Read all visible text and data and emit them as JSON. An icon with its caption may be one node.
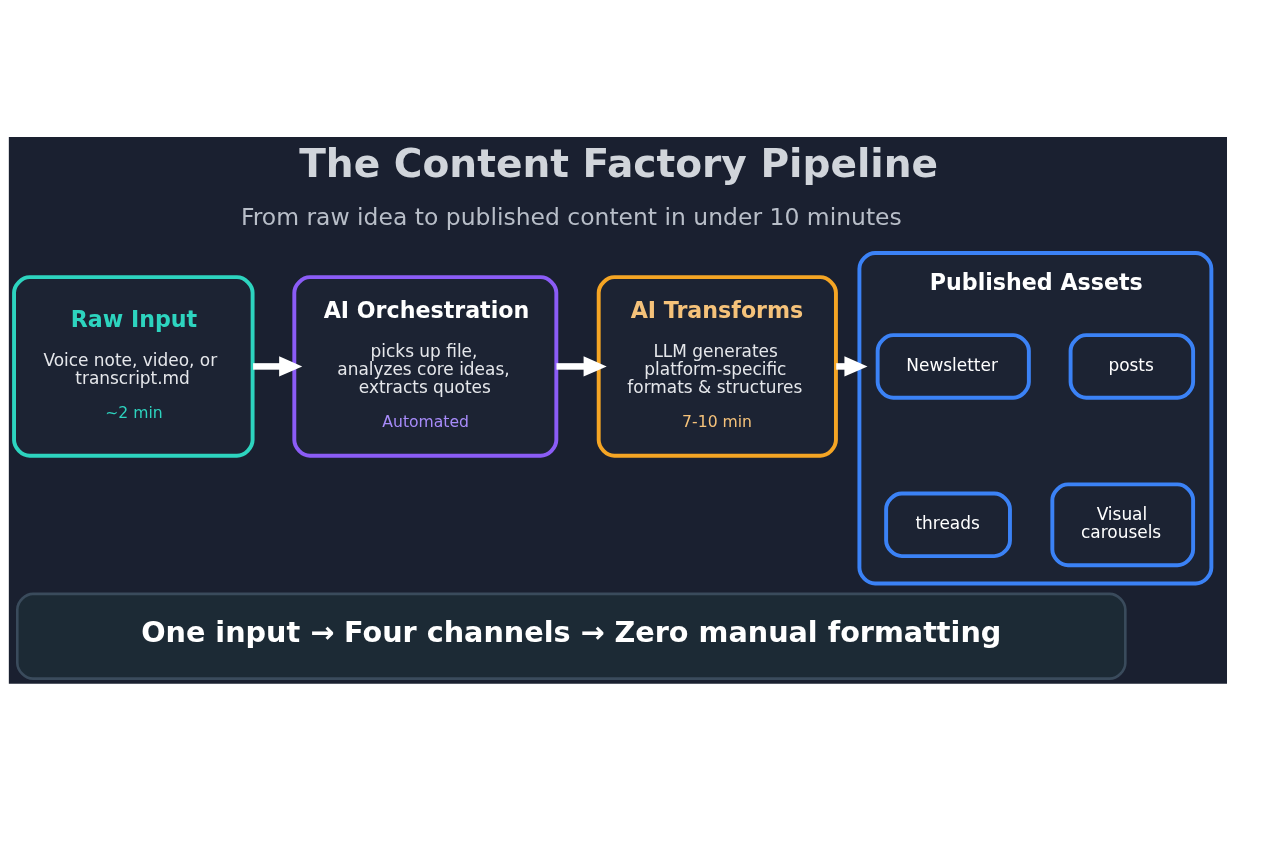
{
  "diagram": {
    "title": "The Content Factory Pipeline",
    "nodes": [
      {
        "text": [
          "Raw Input",
          "Voice note, video, or transcript.md",
          "~2 min"
        ]
      },
      {
        "text": [
          "AI Orchestration",
          "picks up file, analyzes core ideas, extracts quotes",
          "Automated"
        ]
      },
      {
        "text": [
          "AI Transforms",
          "LLM generates platform-specific formats & structures",
          "7-10 min"
        ]
      },
      {
        "text": [
          "Published Assets"
        ]
      },
      {
        "text": [
          "Newsletter"
        ],
        "in": 3
      },
      {
        "text": [
          "posts"
        ],
        "in": 3
      },
      {
        "text": [
          "threads"
        ],
        "in": 3
      },
      {
        "text": [
          "Visual carousels"
        ],
        "in": 3
      },
      {
        "text": [
          "One input → Four channels → Zero manual formatting"
        ]
      }
    ],
    "edges": [
      {
        "from": 0,
        "to": 1,
        "arrow": "to"
      },
      {
        "from": 1,
        "to": 2,
        "arrow": "to"
      },
      {
        "from": 2,
        "to": 3,
        "arrow": "to"
      }
    ],
    "labels": [
      "From raw idea to published content in under 10 minutes"
    ]
  }
}
